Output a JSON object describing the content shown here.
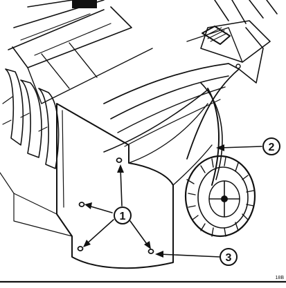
{
  "callouts": {
    "one": "1",
    "two": "2",
    "three": "3"
  },
  "figure_id": "18B",
  "colors": {
    "ink": "#111111",
    "paper": "#ffffff"
  }
}
